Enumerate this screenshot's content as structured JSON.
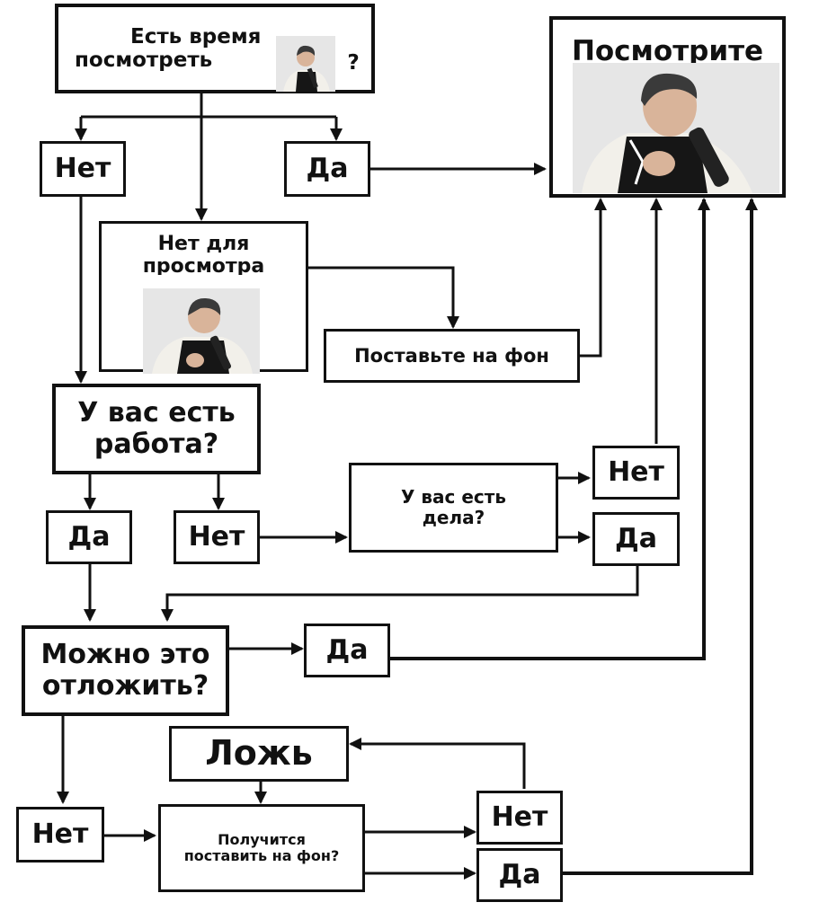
{
  "nodes": {
    "start_line1": "Есть время",
    "start_line2": "посмотреть",
    "start_q": "?",
    "no1": "Нет",
    "yes1": "Да",
    "watch": "Посмотрите",
    "nothing_line1": "Нет для",
    "nothing_line2": "просмотра",
    "background": "Поставьте на фон",
    "job_line1": "У вас есть",
    "job_line2": "работа?",
    "job_yes": "Да",
    "job_no": "Нет",
    "tasks_line1": "У вас есть",
    "tasks_line2": "дела?",
    "tasks_no": "Нет",
    "tasks_yes": "Да",
    "postpone_line1": "Можно это",
    "postpone_line2": "отложить?",
    "postpone_yes": "Да",
    "lie": "Ложь",
    "post_no": "Нет",
    "canbg_line1": "Получится",
    "canbg_line2": "поставить на фон?",
    "canbg_no": "Нет",
    "canbg_yes": "Да"
  },
  "colors": {
    "line": "#111111",
    "photo_bg": "#e6e6e6",
    "jacket": "#f2f0ea",
    "hair": "#3a3a3a",
    "skin": "#d9b49a",
    "vest": "#161616"
  }
}
